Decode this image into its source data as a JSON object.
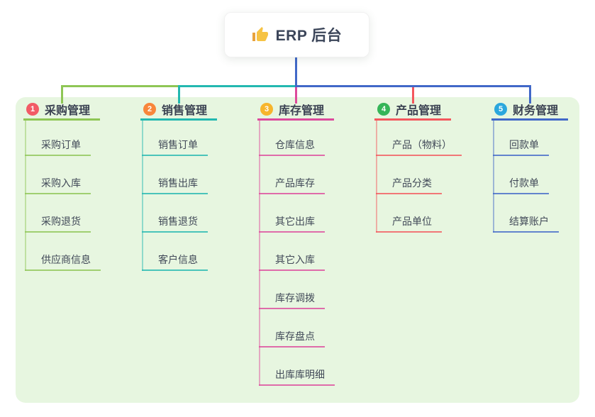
{
  "root": {
    "title": "ERP 后台",
    "icon": "thumbs-up-icon",
    "connector_color": "#4168c8"
  },
  "panel": {
    "background": "#e7f6e0"
  },
  "branches": [
    {
      "num": "1",
      "label": "采购管理",
      "color": "#8ec655",
      "badge_color": "#f25b66",
      "children": [
        "采购订单",
        "采购入库",
        "采购退货",
        "供应商信息"
      ]
    },
    {
      "num": "2",
      "label": "销售管理",
      "color": "#23b8b0",
      "badge_color": "#f8863b",
      "children": [
        "销售订单",
        "销售出库",
        "销售退货",
        "客户信息"
      ]
    },
    {
      "num": "3",
      "label": "库存管理",
      "color": "#dd4a9c",
      "badge_color": "#f7b52c",
      "children": [
        "仓库信息",
        "产品库存",
        "其它出库",
        "其它入库",
        "库存调拨",
        "库存盘点",
        "出库库明细"
      ]
    },
    {
      "num": "4",
      "label": "产品管理",
      "color": "#f4575d",
      "badge_color": "#35b558",
      "children": [
        "产品（物料）",
        "产品分类",
        "产品单位"
      ]
    },
    {
      "num": "5",
      "label": "财务管理",
      "color": "#4168c8",
      "badge_color": "#2ba7dd",
      "children": [
        "回款单",
        "付款单",
        "结算账户"
      ]
    }
  ]
}
